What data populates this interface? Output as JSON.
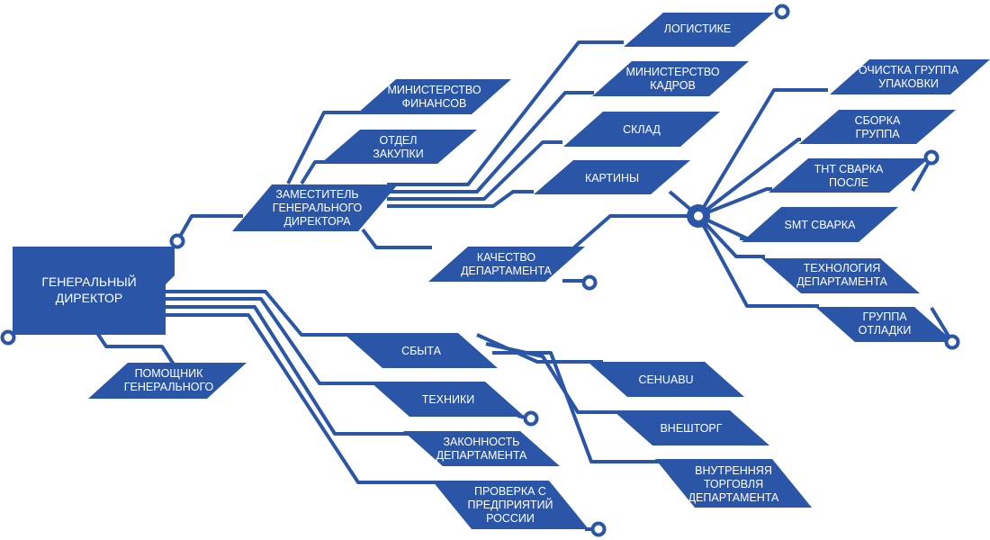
{
  "colors": {
    "primary": "#2b56a7",
    "background": "#ffffff"
  },
  "root": {
    "label": "ГЕНЕРАЛЬНЫЙ\nДИРЕКТОР"
  },
  "assistant": {
    "label": "ПОМОЩНИК\nГЕНЕРАЛЬНОГО"
  },
  "deputy": {
    "label": "ЗАМЕСТИТЕЛЬ\nГЕНЕРАЛЬНОГО\nДИРЕКТОРА"
  },
  "deputy_children": [
    {
      "id": "finance",
      "label": "МИНИСТЕРСТВО\nФИНАНСОВ"
    },
    {
      "id": "purchasing",
      "label": "ОТДЕЛ\nЗАКУПКИ"
    },
    {
      "id": "logistics",
      "label": "ЛОГИСТИКЕ"
    },
    {
      "id": "hr",
      "label": "МИНИСТЕРСТВО\nКАДРОВ"
    },
    {
      "id": "warehouse",
      "label": "СКЛАД"
    },
    {
      "id": "paintings",
      "label": "КАРТИНЫ"
    },
    {
      "id": "quality",
      "label": "КАЧЕСТВО\nДЕПАРТАМЕНТА"
    }
  ],
  "production_children": [
    {
      "id": "cleaning",
      "label": "ОЧИСТКА ГРУППА\nУПАКОВКИ"
    },
    {
      "id": "assembly",
      "label": "СБОРКА\nГРУППА"
    },
    {
      "id": "tht",
      "label": "THT СВАРКА\nПОСЛЕ"
    },
    {
      "id": "smt",
      "label": "SMT СВАРКА"
    },
    {
      "id": "technology",
      "label": "ТЕХНОЛОГИЯ\nДЕПАРТАМЕНТА"
    },
    {
      "id": "debug",
      "label": "ГРУППА\nОТЛАДКИ"
    }
  ],
  "director_children": [
    {
      "id": "sales",
      "label": "СБЫТА"
    },
    {
      "id": "technics",
      "label": "ТЕХНИКИ"
    },
    {
      "id": "legal",
      "label": "ЗАКОННОСТЬ\nДЕПАРТАМЕНТА"
    },
    {
      "id": "audit",
      "label": "ПРОВЕРКА С\nПРЕДПРИЯТИЙ\nРОССИИ"
    }
  ],
  "sales_children": [
    {
      "id": "cehuabu",
      "label": "CEHUABU"
    },
    {
      "id": "foreign_trade",
      "label": "ВНЕШТОРГ"
    },
    {
      "id": "domestic_trade",
      "label": "ВНУТРЕННЯЯ\nТОРГОВЛЯ\nДЕПАРТАМЕНТА"
    }
  ]
}
